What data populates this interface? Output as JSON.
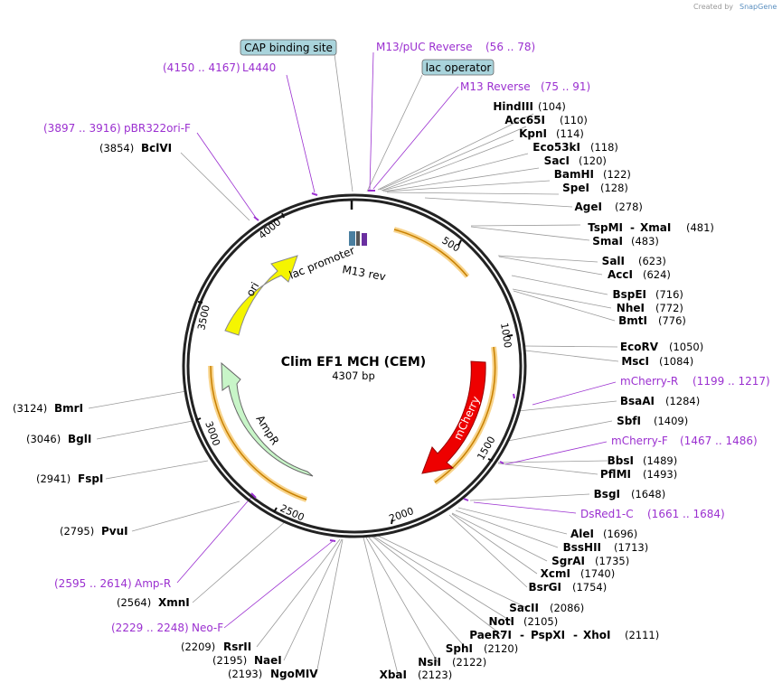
{
  "credit": {
    "text": "Created by",
    "brand": "SnapGene"
  },
  "plasmid": {
    "name": "Clim EF1 MCH (CEM)",
    "size": "4307 bp"
  },
  "colors": {
    "primer": "#9b30d0",
    "ori": "#f5f500",
    "ampr": "#c8f5c8",
    "mcherry": "#ee0000",
    "orange": "#f0a000",
    "boxfill": "#a9d4dc"
  },
  "ticks": [
    "500",
    "1000",
    "1500",
    "2000",
    "2500",
    "3000",
    "3500",
    "4000"
  ],
  "boxed": [
    "CAP binding site",
    "lac operator"
  ],
  "inner_labels": [
    "lac promoter",
    "M13 rev",
    "ori",
    "AmpR",
    "mCherry"
  ],
  "primers": [
    {
      "name": "M13/pUC Reverse",
      "range": "(56 .. 78)"
    },
    {
      "name": "M13 Reverse",
      "range": "(75 .. 91)"
    },
    {
      "name": "L4440",
      "range": "(4150 .. 4167)"
    },
    {
      "name": "pBR322ori-F",
      "range": "(3897 .. 3916)"
    },
    {
      "name": "mCherry-R",
      "range": "(1199 .. 1217)"
    },
    {
      "name": "mCherry-F",
      "range": "(1467 .. 1486)"
    },
    {
      "name": "DsRed1-C",
      "range": "(1661 .. 1684)"
    },
    {
      "name": "Amp-R",
      "range": "(2595 .. 2614)"
    },
    {
      "name": "Neo-F",
      "range": "(2229 .. 2248)"
    }
  ],
  "sites_right": [
    {
      "name": "HindIII",
      "pos": "(104)"
    },
    {
      "name": "Acc65I",
      "pos": "(110)"
    },
    {
      "name": "KpnI",
      "pos": "(114)"
    },
    {
      "name": "Eco53kI",
      "pos": "(118)"
    },
    {
      "name": "SacI",
      "pos": "(120)"
    },
    {
      "name": "BamHI",
      "pos": "(122)"
    },
    {
      "name": "SpeI",
      "pos": "(128)"
    },
    {
      "name": "AgeI",
      "pos": "(278)"
    },
    {
      "name": "TspMI",
      "name2": "XmaI",
      "pos": "(481)"
    },
    {
      "name": "SmaI",
      "pos": "(483)"
    },
    {
      "name": "SalI",
      "pos": "(623)"
    },
    {
      "name": "AccI",
      "pos": "(624)"
    },
    {
      "name": "BspEI",
      "pos": "(716)"
    },
    {
      "name": "NheI",
      "pos": "(772)"
    },
    {
      "name": "BmtI",
      "pos": "(776)"
    },
    {
      "name": "EcoRV",
      "pos": "(1050)"
    },
    {
      "name": "MscI",
      "pos": "(1084)"
    },
    {
      "name": "BsaAI",
      "pos": "(1284)"
    },
    {
      "name": "SbfI",
      "pos": "(1409)"
    },
    {
      "name": "BbsI",
      "pos": "(1489)"
    },
    {
      "name": "PflMI",
      "pos": "(1493)"
    },
    {
      "name": "BsgI",
      "pos": "(1648)"
    },
    {
      "name": "AleI",
      "pos": "(1696)"
    },
    {
      "name": "BssHII",
      "pos": "(1713)"
    },
    {
      "name": "SgrAI",
      "pos": "(1735)"
    },
    {
      "name": "XcmI",
      "pos": "(1740)"
    },
    {
      "name": "BsrGI",
      "pos": "(1754)"
    },
    {
      "name": "SacII",
      "pos": "(2086)"
    },
    {
      "name": "NotI",
      "pos": "(2105)"
    },
    {
      "name": "PaeR7I",
      "name2": "PspXI",
      "name3": "XhoI",
      "pos": "(2111)"
    },
    {
      "name": "SphI",
      "pos": "(2120)"
    },
    {
      "name": "NsiI",
      "pos": "(2122)"
    },
    {
      "name": "XbaI",
      "pos": "(2123)"
    }
  ],
  "sites_left": [
    {
      "name": "BclVI",
      "pos": "(3854)"
    },
    {
      "name": "BmrI",
      "pos": "(3124)"
    },
    {
      "name": "BglI",
      "pos": "(3046)"
    },
    {
      "name": "FspI",
      "pos": "(2941)"
    },
    {
      "name": "PvuI",
      "pos": "(2795)"
    },
    {
      "name": "XmnI",
      "pos": "(2564)"
    },
    {
      "name": "RsrII",
      "pos": "(2209)"
    },
    {
      "name": "NaeI",
      "pos": "(2195)"
    },
    {
      "name": "NgoMIV",
      "pos": "(2193)"
    }
  ]
}
